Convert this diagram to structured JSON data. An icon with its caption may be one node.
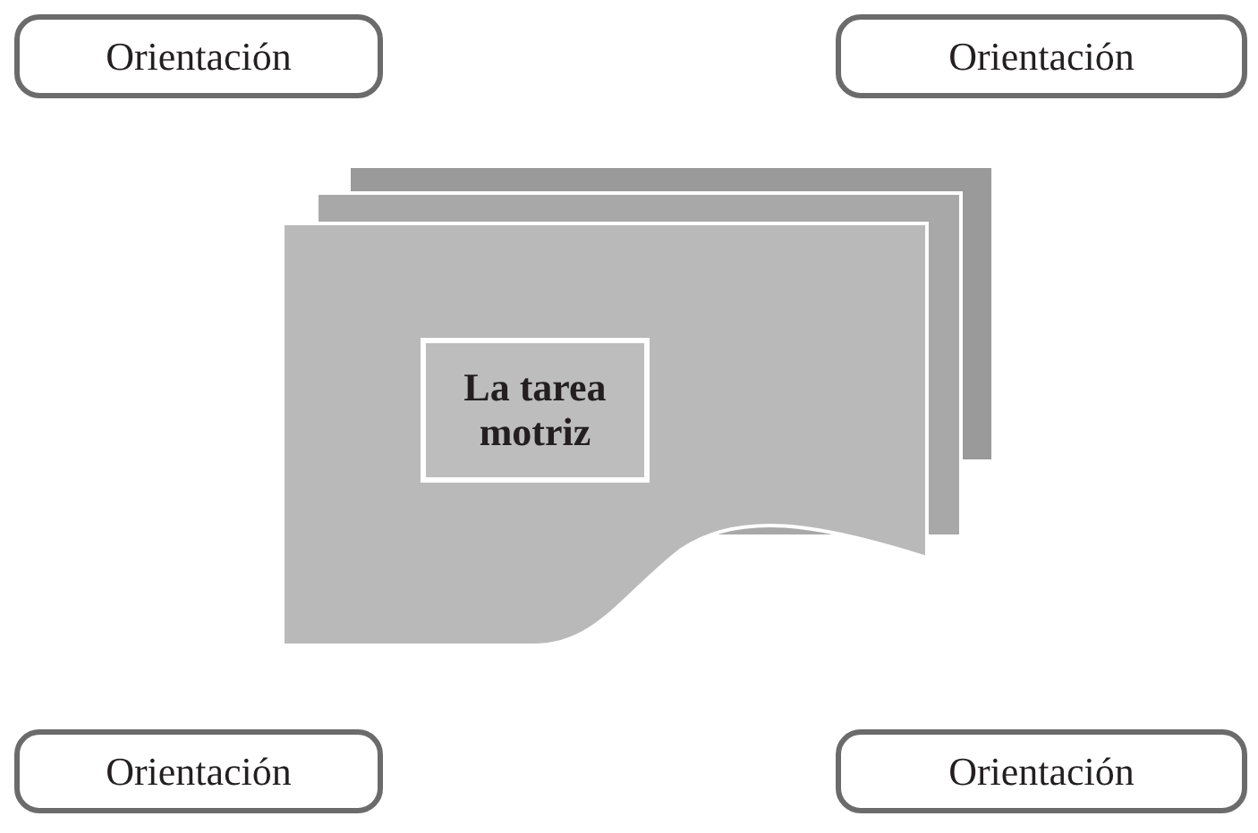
{
  "diagram": {
    "nodes": [
      {
        "text": [
          "Orientación"
        ]
      },
      {
        "text": [
          "Orientación"
        ]
      },
      {
        "text": [
          "Orientación"
        ]
      },
      {
        "text": [
          "Orientación"
        ]
      },
      {
        "text": [],
        "shape": "document"
      },
      {
        "text": [
          "La tarea motriz"
        ],
        "in": 4
      }
    ]
  }
}
